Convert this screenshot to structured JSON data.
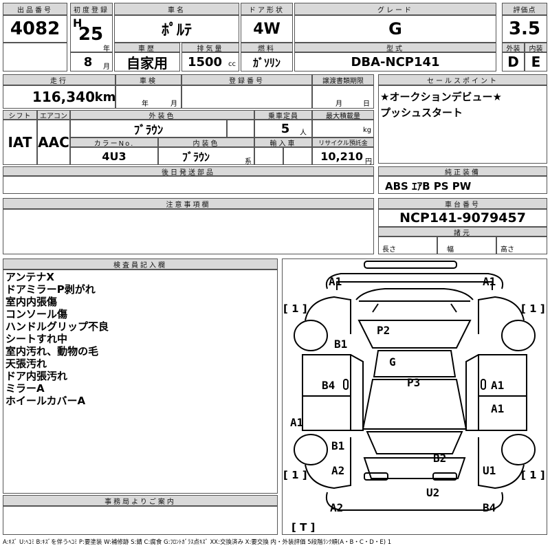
{
  "header": {
    "lot_label": "出品番号",
    "lot_no": "4082",
    "reg_label": "初度登録",
    "era": "H",
    "year": "25",
    "year_unit": "年",
    "month": "8",
    "month_unit": "月",
    "name_label": "車名",
    "car_name": "ﾎﾟﾙﾃ",
    "door_label": "ドア形状",
    "door": "4W",
    "grade_label": "グレード",
    "grade": "G",
    "score_label": "評価点",
    "score": "3.5",
    "exterior_label": "外装",
    "exterior": "D",
    "interior_label": "内装",
    "interior": "E",
    "history_label": "車歴",
    "history": "自家用",
    "disp_label": "排気量",
    "disp": "1500",
    "disp_unit": "cc",
    "fuel_label": "燃料",
    "fuel": "ｶﾞｿﾘﾝ",
    "model_label": "型式",
    "model": "DBA-NCP141"
  },
  "row2": {
    "mileage_label": "走行",
    "mileage": "116,340",
    "mileage_unit": "km",
    "inspect_label": "車検",
    "inspect_year": "年",
    "inspect_month": "月",
    "plate_label": "登録番号",
    "transfer_label": "譲渡書類期限",
    "transfer_month": "月",
    "transfer_day": "日",
    "sales_label": "セールスポイント",
    "sales_points": [
      "★オークションデビュー★",
      "プッシュスタート"
    ]
  },
  "row3": {
    "shift_label": "シフト",
    "shift": "IAT",
    "ac_label": "エアコン",
    "ac": "AAC",
    "color_label": "外装色",
    "color": "ﾌﾞﾗｳﾝ",
    "capacity_label": "乗車定員",
    "capacity": "5",
    "capacity_unit": "人",
    "load_label": "最大積載量",
    "load_unit": "kg",
    "color_no_label": "カラーNo.",
    "color_no": "4U3",
    "int_color_label": "内装色",
    "int_color": "ﾌﾞﾗｳﾝ",
    "int_color_suffix": "系",
    "import_label": "輸入車",
    "recycle_label": "リサイクル預託金",
    "recycle": "10,210",
    "recycle_unit": "円"
  },
  "deferred_label": "後日発送部品",
  "equipment_label": "純正装備",
  "equipment": "ABS ｴｱB PS PW",
  "caution_label": "注意事項欄",
  "chassis_label": "車台番号",
  "chassis": "NCP141-9079457",
  "specs_label": "諸元",
  "spec_length": "長さ",
  "spec_width": "幅",
  "spec_height": "高さ",
  "inspector_label": "検査員記入欄",
  "inspector_notes": [
    "アンテナX",
    "ドアミラーP剥がれ",
    "室内内張傷",
    "コンソール傷",
    "ハンドルグリップ不良",
    "シートすれ中",
    "室内汚れ、動物の毛",
    "天張汚れ",
    "ドア内張汚れ",
    "ミラーA",
    "ホイールカバーA"
  ],
  "office_label": "事務局よりご案内",
  "diagram": {
    "brackets": [
      "[ 1 ]",
      "[ 1 ]",
      "[ 1 ]",
      "[ 1 ]",
      "[ T ]"
    ],
    "labels": [
      "A1",
      "A1",
      "P2",
      "B1",
      "G",
      "B4",
      "P3",
      "A1",
      "A1",
      "A1",
      "B1",
      "B2",
      "A2",
      "U1",
      "U2",
      "A2",
      "B4"
    ]
  },
  "legend": "A:ｷｽﾞ U:ﾍｺﾐ B:ｷｽﾞを伴うﾍｺﾐ P:要塗装 W:補修跡 S:錆 C:腐食 G:ﾌﾛﾝﾄｶﾞﾗｽ点ｷｽﾞ XX:交換済み X:要交換 内・外装評価 5段階ﾗﾝｸ順(A・B・C・D・E) 1"
}
